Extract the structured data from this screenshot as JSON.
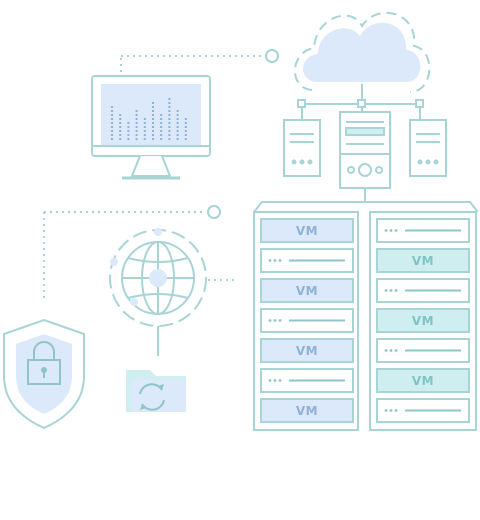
{
  "colors": {
    "outline": "#a9d4d6",
    "outline_dark": "#8fc5c8",
    "fill_blue": "#dce9fb",
    "fill_blue_text": "#8fb1d9",
    "fill_teal": "#cfeef0",
    "fill_teal_text": "#7fc3c6",
    "white": "#ffffff",
    "folder": "#c9ecee"
  },
  "server_rack": {
    "left_column": [
      {
        "type": "vm",
        "label": "VM"
      },
      {
        "type": "blank"
      },
      {
        "type": "vm",
        "label": "VM"
      },
      {
        "type": "blank"
      },
      {
        "type": "vm",
        "label": "VM"
      },
      {
        "type": "blank"
      },
      {
        "type": "vm",
        "label": "VM"
      }
    ],
    "right_column": [
      {
        "type": "blank"
      },
      {
        "type": "vm",
        "label": "VM"
      },
      {
        "type": "blank"
      },
      {
        "type": "vm",
        "label": "VM"
      },
      {
        "type": "blank"
      },
      {
        "type": "vm",
        "label": "VM"
      },
      {
        "type": "blank"
      }
    ]
  },
  "icons": [
    "cloud-icon",
    "monitor-icon",
    "server-icon",
    "globe-icon",
    "shield-lock-icon",
    "folder-sync-icon"
  ]
}
